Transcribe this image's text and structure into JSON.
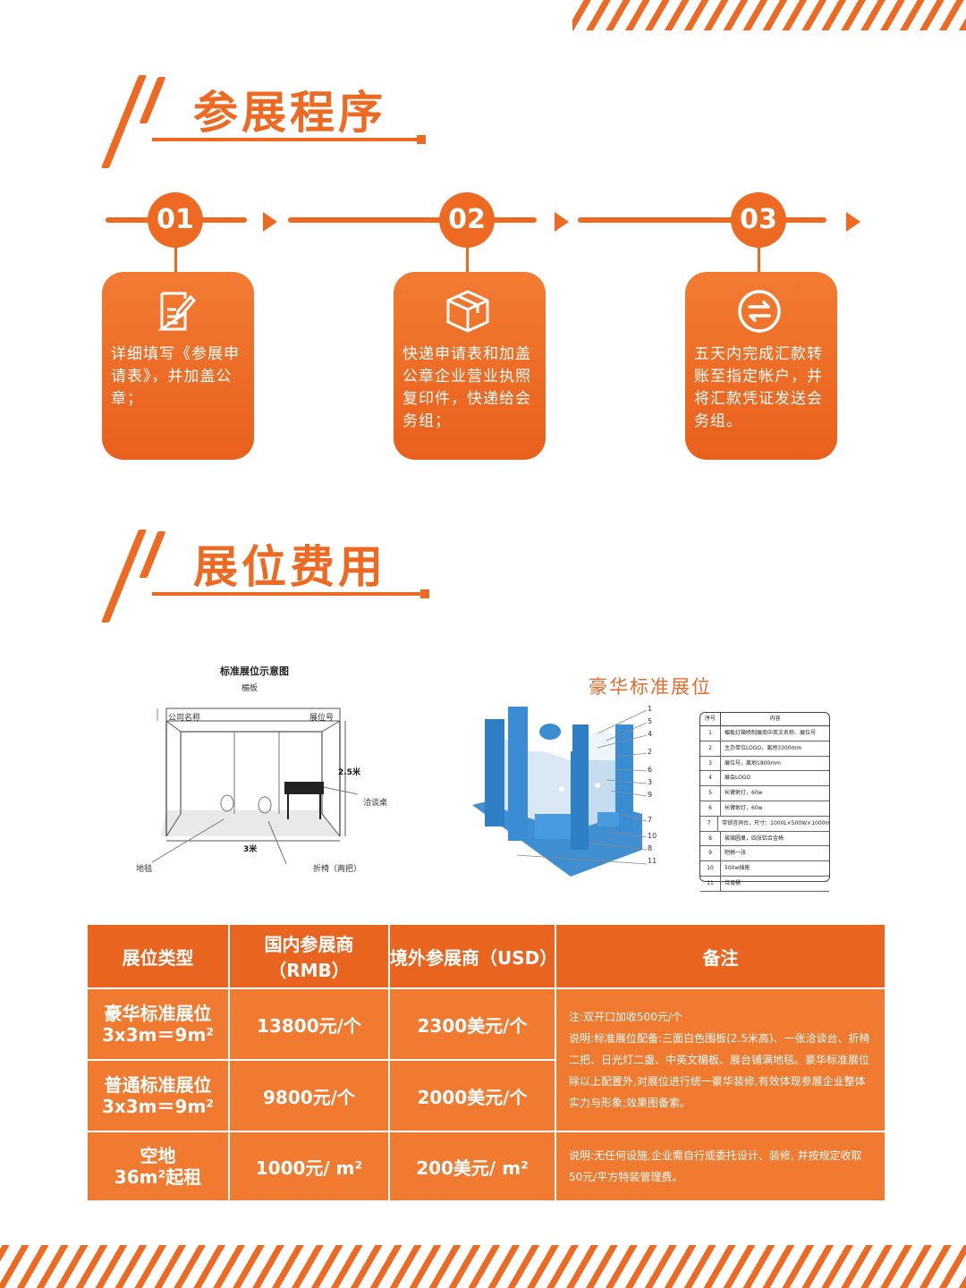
{
  "colors": {
    "accent": "#ee6a22",
    "card_start": "#f27b32",
    "card_end": "#e9601c",
    "table_header": "#e9651f",
    "table_cell": "#f07a2f",
    "text_on_accent": "#ffffff"
  },
  "section1": {
    "title": "参展程序"
  },
  "steps": [
    {
      "number": "01",
      "icon": "form-edit-icon",
      "text": "详细填写《参展申请表》，并加盖公章；"
    },
    {
      "number": "02",
      "icon": "package-box-icon",
      "text": "快递申请表和加盖公章企业营业执照复印件，快递给会务组；"
    },
    {
      "number": "03",
      "icon": "transfer-exchange-icon",
      "text": "五天内完成汇款转账至指定帐户，并将汇款凭证发送会务组。"
    }
  ],
  "section2": {
    "title": "展位费用"
  },
  "standard_booth": {
    "caption": "标准展位示意图",
    "lintel": "楣板",
    "company_name": "公司名称",
    "booth_no": "展位号",
    "height": "2.5米",
    "width": "3米",
    "table": "洽谈桌",
    "carpet": "地毯",
    "chairs": "折椅（两把）"
  },
  "luxury_booth": {
    "title": "豪华标准展位",
    "callouts": [
      "1",
      "5",
      "4",
      "2",
      "6",
      "3",
      "9",
      "7",
      "10",
      "8",
      "11"
    ],
    "legend_headers": [
      "序号",
      "内容"
    ],
    "legend_rows": [
      [
        "1",
        "楣板灯箱喷制展商中英文名称、展位号"
      ],
      [
        "2",
        "主办单位LOGO，离地3300mm"
      ],
      [
        "3",
        "展位号，离地1800mm"
      ],
      [
        "4",
        "展会LOGO"
      ],
      [
        "5",
        "长臂射灯，60w"
      ],
      [
        "6",
        "长臂射灯，60w"
      ],
      [
        "7",
        "带锁咨询台，尺寸：1000L×500W×1000H"
      ],
      [
        "8",
        "玻璃圆桌，四张铝合金椅"
      ],
      [
        "9",
        "吧椅一张"
      ],
      [
        "10",
        "500w插座"
      ],
      [
        "11",
        "垃圾桶"
      ]
    ]
  },
  "price_table": {
    "headers": [
      "展位类型",
      "国内参展商（RMB）",
      "境外参展商（USD）",
      "备注"
    ],
    "rows": [
      {
        "type_line1": "豪华标准展位",
        "type_line2": "3x3m＝9m²",
        "rmb": "13800元/个",
        "usd": "2300美元/个"
      },
      {
        "type_line1": "普通标准展位",
        "type_line2": "3x3m＝9m²",
        "rmb": "9800元/个",
        "usd": "2000美元/个"
      },
      {
        "type_line1": "空地",
        "type_line2": "36m²起租",
        "rmb": "1000元/ m²",
        "usd": "200美元/ m²"
      }
    ],
    "note_booth_line1": "注:双开口加收500元/个",
    "note_booth_line2": "说明:标准展位配备:三面白色围板(2.5米高)、一张洽谈台、折椅二把、日光灯二盏、中英文楣板、展台铺满地毯。豪华标准展位除以上配置外,对展位进行统一豪华装修,有效体现参展企业整体实力与形象;效果图备索。",
    "note_space": "说明:无任何设施,企业需自行或委托设计、装修, 并按规定收取50元/平方特装管理费。"
  }
}
